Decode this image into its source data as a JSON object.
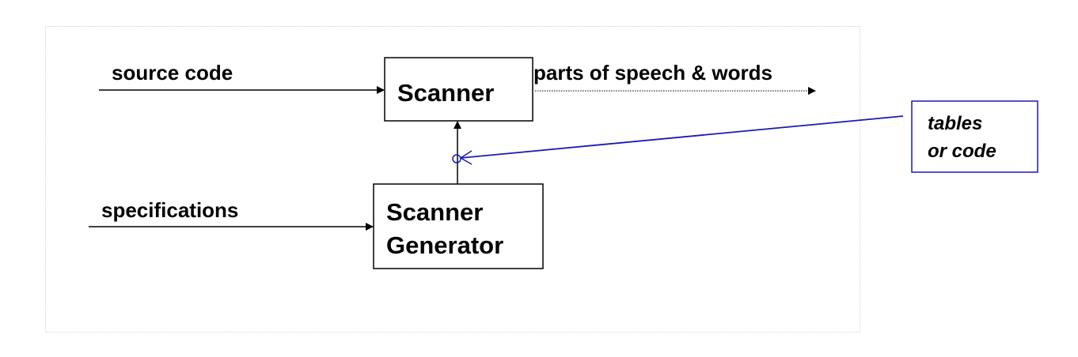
{
  "diagram": {
    "inputs": {
      "source_code": "source code",
      "specifications": "specifications"
    },
    "boxes": {
      "scanner": {
        "label": "Scanner"
      },
      "scanner_generator": {
        "line1": "Scanner",
        "line2": "Generator"
      }
    },
    "output": {
      "label": "parts of speech & words"
    },
    "callout": {
      "line1": "tables",
      "line2": "or code"
    },
    "colors": {
      "ink": "#000000",
      "callout": "#1a1ab4",
      "frame": "#b8b8e0"
    }
  }
}
